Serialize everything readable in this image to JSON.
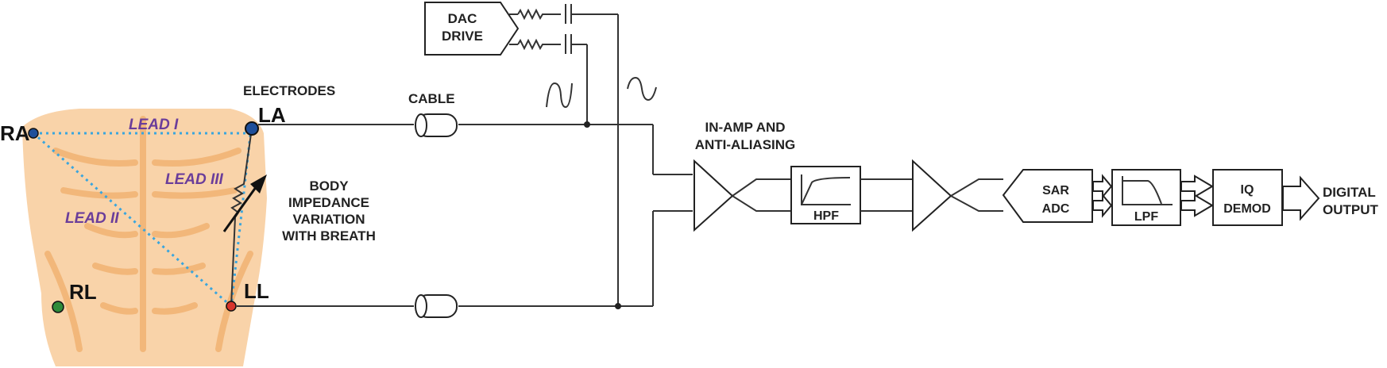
{
  "electrodes": {
    "header": "ELECTRODES",
    "ra": "RA",
    "la": "LA",
    "rl": "RL",
    "ll": "LL"
  },
  "leads": {
    "lead_i": "LEAD I",
    "lead_ii": "LEAD II",
    "lead_iii": "LEAD III"
  },
  "body_impedance": {
    "line1": "BODY",
    "line2": "IMPEDANCE",
    "line3": "VARIATION",
    "line4": "WITH BREATH"
  },
  "cable_label": "CABLE",
  "dac": {
    "line1": "DAC",
    "line2": "DRIVE"
  },
  "inamp": {
    "line1": "IN-AMP AND",
    "line2": "ANTI-ALIASING"
  },
  "blocks": {
    "hpf": "HPF",
    "sar_line1": "SAR",
    "sar_line2": "ADC",
    "lpf": "LPF",
    "iq_line1": "IQ",
    "iq_line2": "DEMOD"
  },
  "output": {
    "line1": "DIGITAL",
    "line2": "OUTPUT"
  },
  "colors": {
    "skin": "#f9d3a9",
    "muscle_line": "#f2b77a",
    "lead_text": "#6a3d9a",
    "lead_line": "#3aa5dd",
    "electrode_ra": "#1f4f9a",
    "electrode_la": "#1f4f9a",
    "electrode_rl": "#2e8b3a",
    "electrode_ll": "#d9342b"
  }
}
